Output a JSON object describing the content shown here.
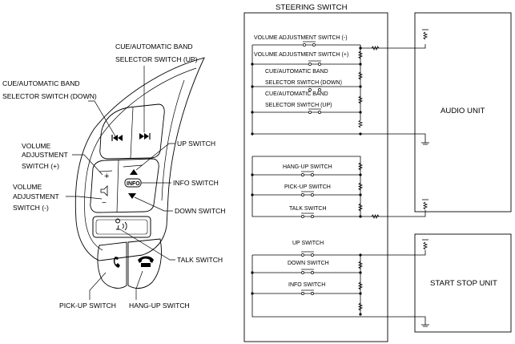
{
  "left_diagram": {
    "callouts": {
      "cue_up_line1": "CUE/AUTOMATIC BAND",
      "cue_up_line2": "SELECTOR SWITCH (UP)",
      "cue_down_line1": "CUE/AUTOMATIC BAND",
      "cue_down_line2": "SELECTOR SWITCH (DOWN)",
      "vol_plus_line1": "VOLUME",
      "vol_plus_line2": "ADJUSTMENT",
      "vol_plus_line3": "SWITCH (+)",
      "vol_minus_line1": "VOLUME",
      "vol_minus_line2": "ADJUSTMENT",
      "vol_minus_line3": "SWITCH (-)",
      "up_switch": "UP SWITCH",
      "info_switch": "INFO SWITCH",
      "down_switch": "DOWN SWITCH",
      "talk_switch": "TALK SWITCH",
      "pickup_switch": "PICK-UP SWITCH",
      "hangup_switch": "HANG-UP SWITCH"
    },
    "button_marks": {
      "info": "INFO",
      "plus": "+",
      "minus": "−"
    }
  },
  "wiring": {
    "title": "STEERING SWITCH",
    "switches": {
      "vol_minus": "VOLUME ADJUSTMENT SWITCH (-)",
      "vol_plus": "VOLUME ADJUSTMENT SWITCH (+)",
      "cue_down_line1": "CUE/AUTOMATIC BAND",
      "cue_down_line2": "SELECTOR SWITCH (DOWN)",
      "cue_up_line1": "CUE/AUTOMATIC BAND",
      "cue_up_line2": "SELECTOR SWITCH (UP)",
      "hangup": "HANG-UP SWITCH",
      "pickup": "PICK-UP SWITCH",
      "talk": "TALK SWITCH",
      "up": "UP SWITCH",
      "down": "DOWN SWITCH",
      "info": "INFO SWITCH"
    },
    "units": {
      "audio": "AUDIO UNIT",
      "start_stop": "START STOP UNIT"
    }
  }
}
